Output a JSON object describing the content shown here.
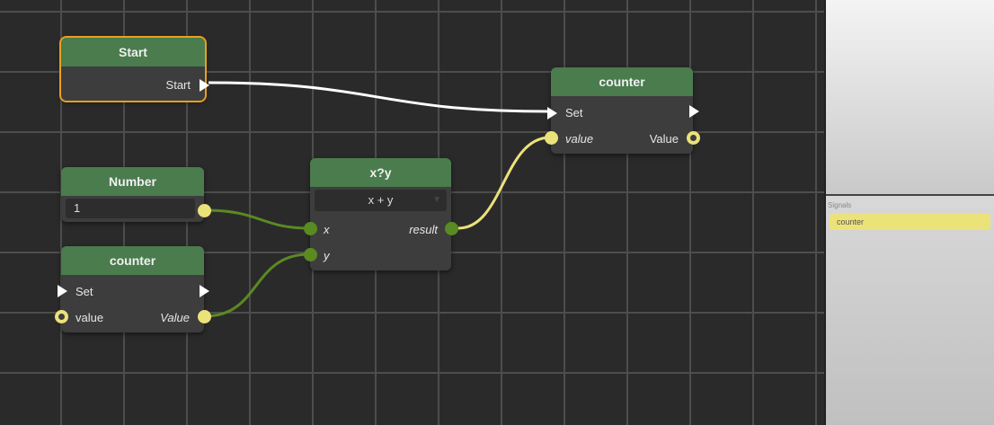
{
  "nodes": {
    "start": {
      "title": "Start",
      "output": "Start"
    },
    "counter_right": {
      "title": "counter",
      "input_set": "Set",
      "input_value": "value",
      "output_value": "Value"
    },
    "number": {
      "title": "Number",
      "value": "1"
    },
    "op": {
      "title": "x?y",
      "operation": "x + y",
      "input_x": "x",
      "input_y": "y",
      "output": "result"
    },
    "counter_left": {
      "title": "counter",
      "input_set": "Set",
      "input_value": "value",
      "output_value": "Value"
    }
  },
  "sidebar": {
    "signals_label": "Signals",
    "signals": [
      "counter"
    ]
  },
  "colors": {
    "header": "#4a7c4e",
    "selected": "#e8a020",
    "signal": "#ece27a",
    "number_wire": "#5a8a22"
  }
}
